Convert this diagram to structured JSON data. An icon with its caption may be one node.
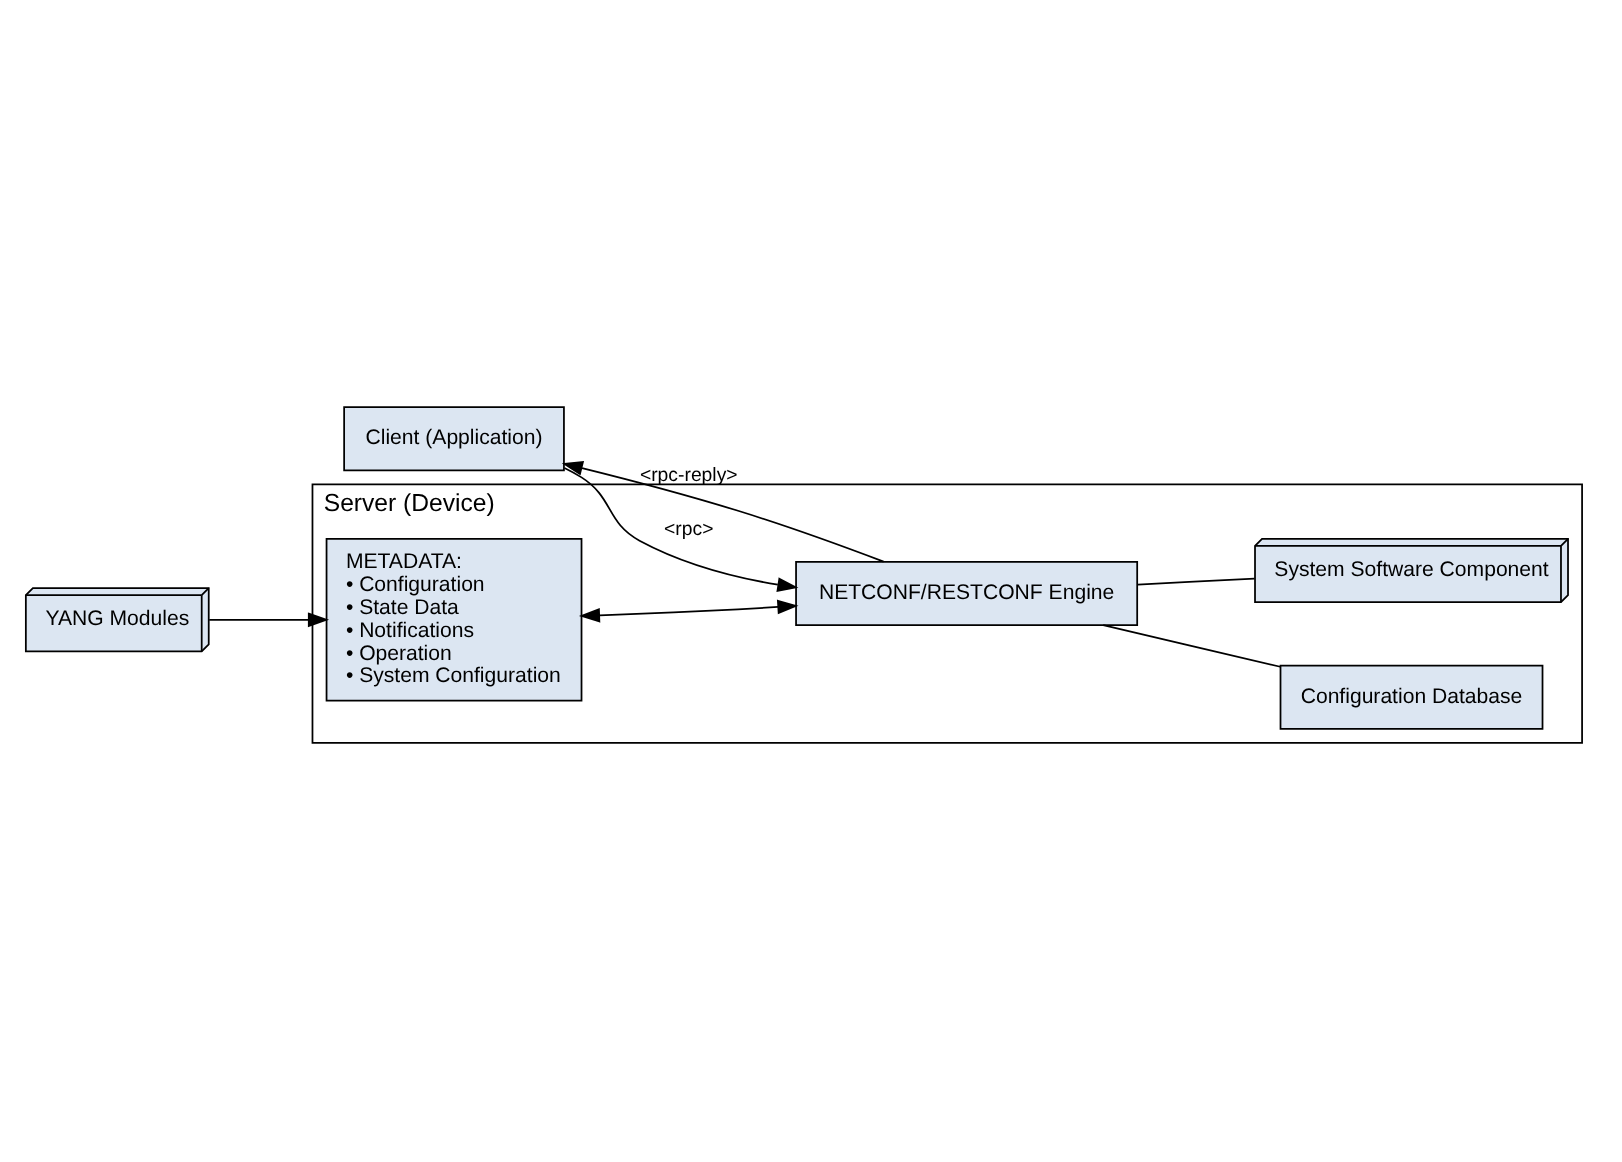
{
  "diagram": {
    "nodes": [
      {
        "text": [
          "Server (Device)"
        ]
      },
      {
        "text": [
          "YANG Modules"
        ]
      },
      {
        "text": [
          "METADATA:",
          "• Configuration",
          "• State Data",
          "• Notifications",
          "• Operation",
          "• System Configuration"
        ],
        "in": 0
      },
      {
        "text": [
          "Client (Application)"
        ]
      },
      {
        "text": [
          "NETCONF/RESTCONF Engine"
        ],
        "in": 0
      },
      {
        "text": [
          "Configuration Database"
        ],
        "in": 0
      },
      {
        "text": [
          "System Software Component"
        ],
        "in": 0
      }
    ],
    "edges": [
      {
        "from": 1,
        "to": 2,
        "arrow": "to"
      },
      {
        "from": 2,
        "to": 4,
        "arrow": "both"
      },
      {
        "from": 3,
        "to": 4,
        "arrow": "to",
        "label": "<rpc>"
      },
      {
        "from": 4,
        "to": 3,
        "arrow": "to",
        "label": "<rpc-reply>"
      },
      {
        "from": 4,
        "to": 5,
        "arrow": "none"
      },
      {
        "from": 4,
        "to": 6,
        "arrow": "none"
      }
    ]
  }
}
